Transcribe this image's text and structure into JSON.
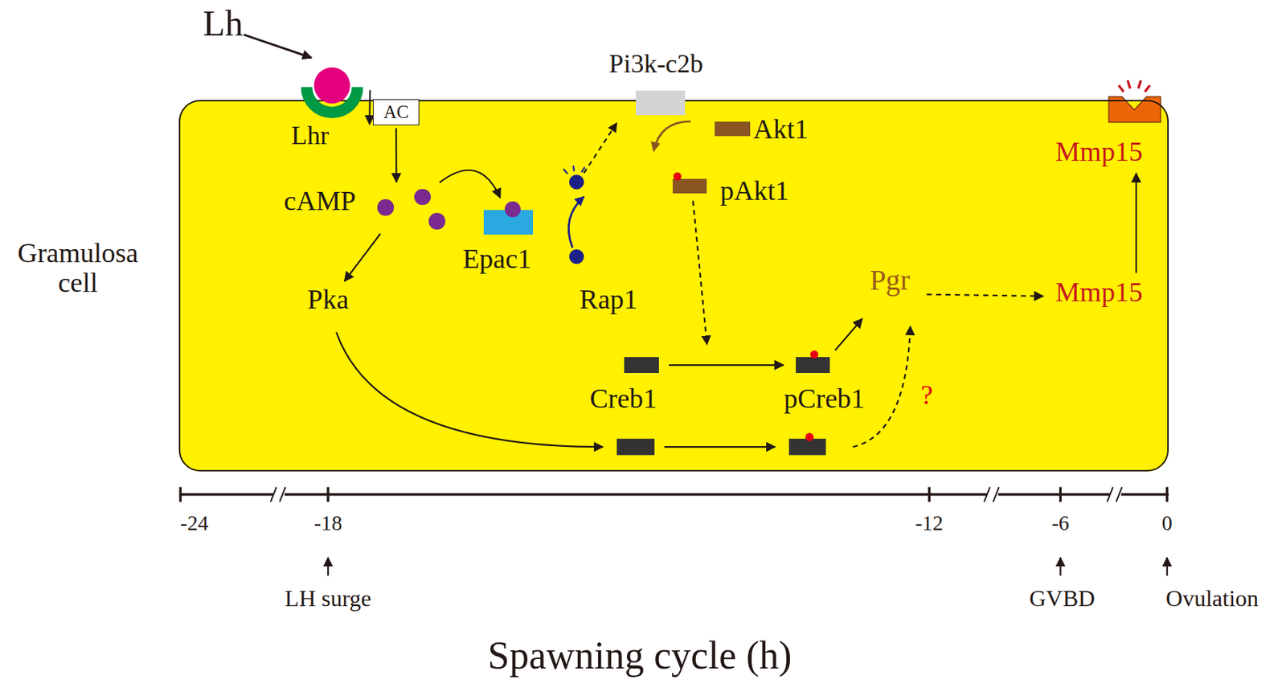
{
  "diagram": {
    "nodes": [
      {
        "text": [
          "Lh"
        ]
      },
      {
        "text": [
          "Gramulosa cell"
        ]
      },
      {
        "text": [
          "Lhr"
        ],
        "in": 1
      },
      {
        "text": [
          "AC"
        ],
        "in": 1
      },
      {
        "text": [
          "cAMP"
        ],
        "in": 1
      },
      {
        "text": [
          "Pka"
        ],
        "in": 1
      },
      {
        "text": [
          "Epac1"
        ],
        "in": 1
      },
      {
        "text": [
          "Rap1"
        ],
        "in": 1
      },
      {
        "text": [
          "Pi3k-c2b"
        ],
        "in": 1
      },
      {
        "text": [
          "Akt1"
        ],
        "in": 1
      },
      {
        "text": [
          "pAkt1"
        ],
        "in": 1
      },
      {
        "text": [
          "Creb1"
        ],
        "in": 1
      },
      {
        "text": [
          "pCreb1"
        ],
        "in": 1
      },
      {
        "text": [
          "Pgr"
        ],
        "in": 1
      },
      {
        "text": [
          "Mmp15"
        ],
        "in": 1
      },
      {
        "text": [
          "Mmp15"
        ],
        "in": 1
      }
    ],
    "edges": [
      {
        "from": 0,
        "to": 2,
        "arrow": "to"
      },
      {
        "from": 2,
        "to": 3,
        "arrow": "to"
      },
      {
        "from": 3,
        "to": 4,
        "arrow": "to"
      },
      {
        "from": 4,
        "to": 5,
        "arrow": "to"
      },
      {
        "from": 4,
        "to": 6,
        "arrow": "to"
      },
      {
        "from": 11,
        "to": 12,
        "arrow": "to"
      },
      {
        "from": 12,
        "to": 13,
        "arrow": "to"
      },
      {
        "from": 13,
        "to": 14,
        "arrow": "to"
      },
      {
        "from": 14,
        "to": 15,
        "arrow": "to"
      }
    ],
    "labels": [
      "?",
      "-24",
      "-18",
      "-12",
      "-6",
      "0",
      "LH surge",
      "GVBD",
      "Ovulation",
      "Spawning cycle (h)"
    ]
  }
}
